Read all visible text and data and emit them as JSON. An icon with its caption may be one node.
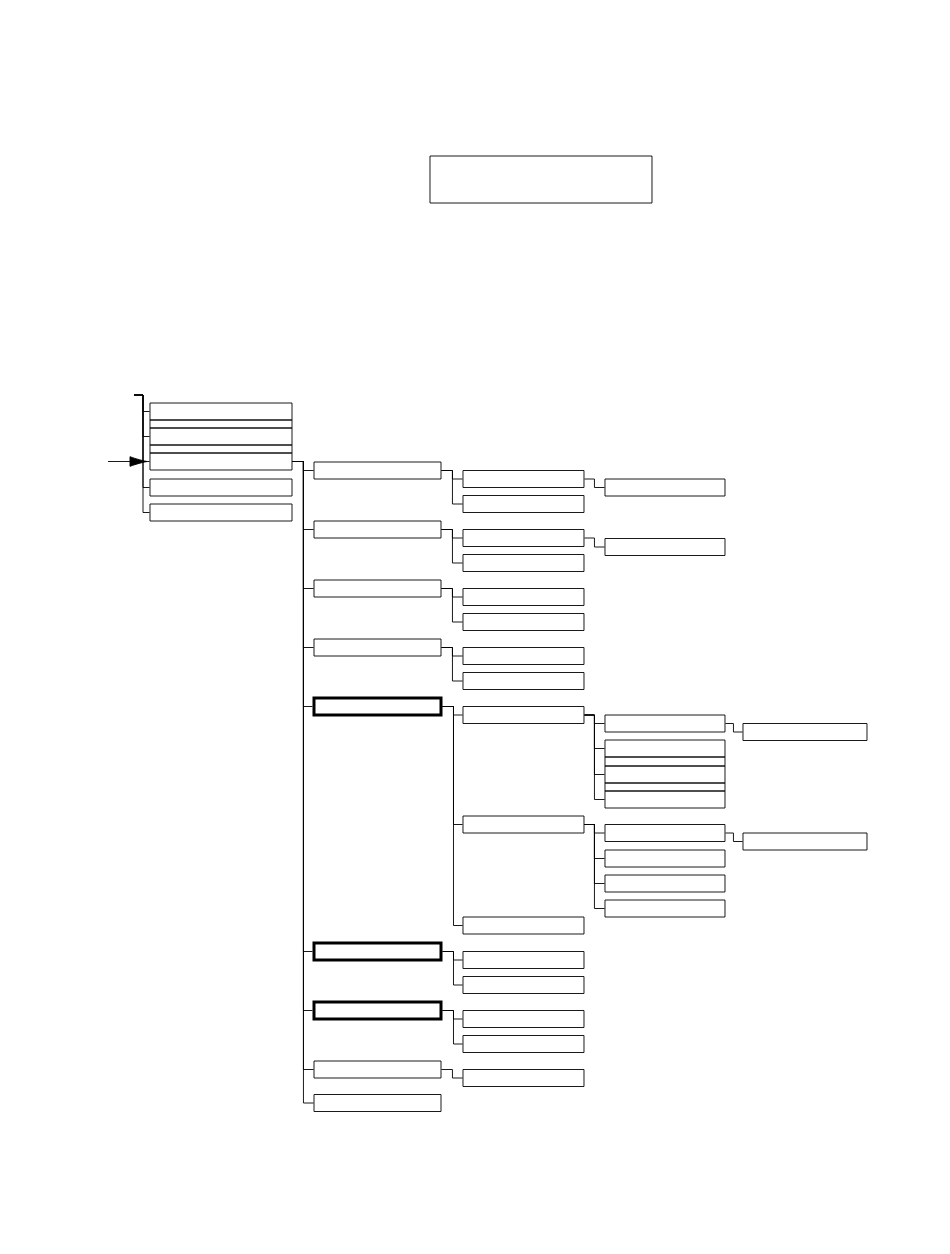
{
  "diagram": {
    "nodes": [
      {
        "text": [],
        "shape": "box"
      },
      {
        "text": [],
        "shape": "box"
      },
      {
        "text": [],
        "shape": "box"
      },
      {
        "text": [],
        "shape": "box"
      },
      {
        "text": [],
        "shape": "box"
      },
      {
        "text": [],
        "shape": "box"
      },
      {
        "text": [],
        "shape": "box"
      },
      {
        "text": [],
        "shape": "box"
      },
      {
        "text": [],
        "shape": "box"
      },
      {
        "text": [],
        "shape": "box"
      },
      {
        "text": [],
        "shape": "box"
      },
      {
        "text": [],
        "shape": "box"
      },
      {
        "text": [],
        "shape": "box"
      },
      {
        "text": [],
        "shape": "box"
      },
      {
        "text": [],
        "shape": "box"
      },
      {
        "text": [],
        "shape": "box"
      },
      {
        "text": [],
        "shape": "box"
      },
      {
        "text": [],
        "shape": "box"
      },
      {
        "text": [],
        "shape": "box"
      },
      {
        "text": [],
        "shape": "box"
      },
      {
        "text": [],
        "shape": "box"
      },
      {
        "text": [],
        "shape": "box"
      },
      {
        "text": [],
        "shape": "box"
      },
      {
        "text": [],
        "shape": "box"
      },
      {
        "text": [],
        "shape": "box"
      },
      {
        "text": [],
        "shape": "box"
      },
      {
        "text": [],
        "shape": "box"
      },
      {
        "text": [],
        "shape": "box"
      },
      {
        "text": [],
        "shape": "box"
      },
      {
        "text": [],
        "shape": "box"
      },
      {
        "text": [],
        "shape": "box"
      },
      {
        "text": [],
        "shape": "box"
      },
      {
        "text": [],
        "shape": "box"
      },
      {
        "text": [],
        "shape": "box"
      },
      {
        "text": [],
        "shape": "box"
      },
      {
        "text": [],
        "shape": "box"
      },
      {
        "text": [],
        "shape": "box"
      },
      {
        "text": [],
        "shape": "box"
      },
      {
        "text": [],
        "shape": "box"
      },
      {
        "text": [],
        "shape": "box"
      },
      {
        "text": [],
        "shape": "box"
      },
      {
        "text": [],
        "shape": "box"
      },
      {
        "text": [],
        "shape": "box"
      }
    ],
    "edges": [
      {
        "from": null,
        "to": 1,
        "arrow": "none"
      },
      {
        "from": null,
        "to": 2,
        "arrow": "none"
      },
      {
        "from": null,
        "to": 3,
        "arrow": "none"
      },
      {
        "from": null,
        "to": 4,
        "arrow": "none"
      },
      {
        "from": null,
        "to": 5,
        "arrow": "none"
      },
      {
        "from": null,
        "to": 3,
        "arrow": "to"
      },
      {
        "from": 3,
        "to": 6,
        "arrow": "none"
      },
      {
        "from": 3,
        "to": 10,
        "arrow": "none"
      },
      {
        "from": 3,
        "to": 14,
        "arrow": "none"
      },
      {
        "from": 3,
        "to": 17,
        "arrow": "none"
      },
      {
        "from": 3,
        "to": 20,
        "arrow": "none"
      },
      {
        "from": 3,
        "to": 34,
        "arrow": "none"
      },
      {
        "from": 3,
        "to": 37,
        "arrow": "none"
      },
      {
        "from": 3,
        "to": 40,
        "arrow": "none"
      },
      {
        "from": 3,
        "to": 42,
        "arrow": "none"
      },
      {
        "from": 6,
        "to": 7,
        "arrow": "none"
      },
      {
        "from": 6,
        "to": 9,
        "arrow": "none"
      },
      {
        "from": 7,
        "to": 8,
        "arrow": "none"
      },
      {
        "from": 10,
        "to": 11,
        "arrow": "none"
      },
      {
        "from": 10,
        "to": 13,
        "arrow": "none"
      },
      {
        "from": 11,
        "to": 12,
        "arrow": "none"
      },
      {
        "from": 14,
        "to": 15,
        "arrow": "none"
      },
      {
        "from": 14,
        "to": 16,
        "arrow": "none"
      },
      {
        "from": 17,
        "to": 18,
        "arrow": "none"
      },
      {
        "from": 17,
        "to": 19,
        "arrow": "none"
      },
      {
        "from": 20,
        "to": 21,
        "arrow": "none"
      },
      {
        "from": 20,
        "to": 27,
        "arrow": "none"
      },
      {
        "from": 20,
        "to": 33,
        "arrow": "none"
      },
      {
        "from": 21,
        "to": 22,
        "arrow": "none"
      },
      {
        "from": 21,
        "to": 24,
        "arrow": "none"
      },
      {
        "from": 21,
        "to": 25,
        "arrow": "none"
      },
      {
        "from": 21,
        "to": 26,
        "arrow": "none"
      },
      {
        "from": 22,
        "to": 23,
        "arrow": "none"
      },
      {
        "from": 27,
        "to": 28,
        "arrow": "none"
      },
      {
        "from": 27,
        "to": 30,
        "arrow": "none"
      },
      {
        "from": 27,
        "to": 31,
        "arrow": "none"
      },
      {
        "from": 27,
        "to": 32,
        "arrow": "none"
      },
      {
        "from": 28,
        "to": 29,
        "arrow": "none"
      },
      {
        "from": 34,
        "to": 35,
        "arrow": "none"
      },
      {
        "from": 34,
        "to": 36,
        "arrow": "none"
      },
      {
        "from": 37,
        "to": 38,
        "arrow": "none"
      },
      {
        "from": 37,
        "to": 39,
        "arrow": "none"
      },
      {
        "from": 40,
        "to": 41,
        "arrow": "none"
      }
    ]
  }
}
